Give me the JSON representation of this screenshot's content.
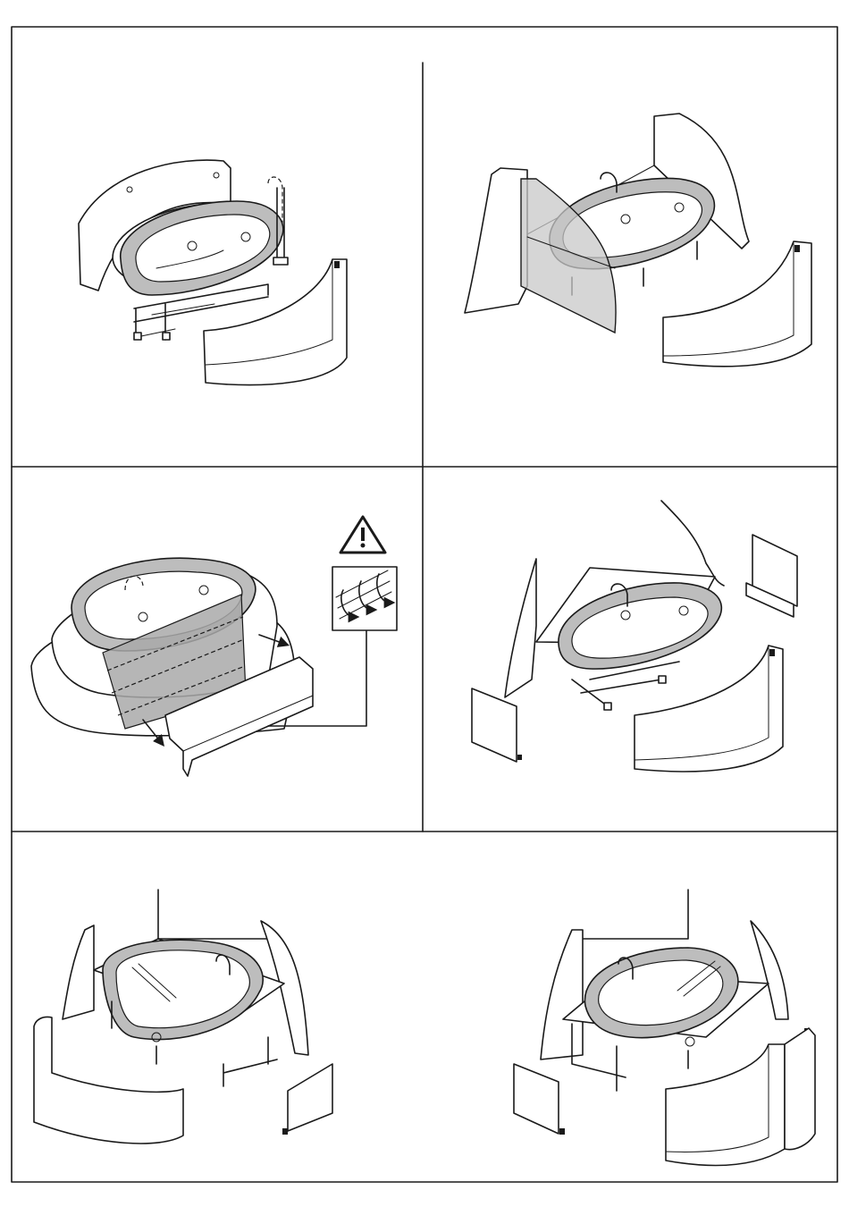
{
  "sheet": {
    "panels": [
      {
        "id": 1,
        "scene": "freestanding-bath-with-floor-mixer-and-two-skirt-panels"
      },
      {
        "id": 2,
        "scene": "bath-in-alcove-with-glass-partition-and-skirt-panel"
      },
      {
        "id": 3,
        "scene": "bath-on-stepped-platform-with-ventilation-grille-warning"
      },
      {
        "id": 4,
        "scene": "bath-in-corner-with-deck-side-panels-and-skirt"
      },
      {
        "id": 5,
        "scene": "bath-in-corner-left-with-skirt-and-side-panel"
      },
      {
        "id": 6,
        "scene": "bath-in-corner-right-with-skirt-and-side-panel"
      }
    ],
    "colors": {
      "line": "#1a1a1a",
      "rim": "#bdbdbd",
      "glass": "#c8c8c8",
      "background": "#ffffff"
    }
  }
}
